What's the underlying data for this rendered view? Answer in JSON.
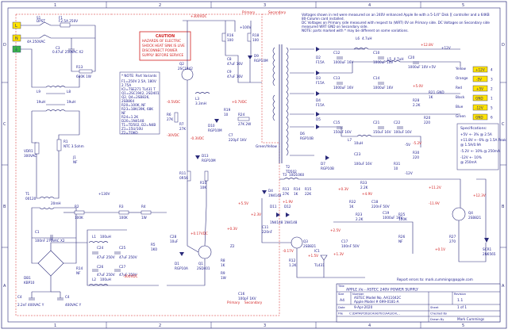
{
  "frame": {
    "cols": [
      "1",
      "2",
      "3",
      "4",
      "5"
    ],
    "rows": [
      "D",
      "C",
      "B",
      "A"
    ]
  },
  "caution": {
    "lines": [
      "CAUTION",
      "HAZARDS OF ELECTRIC",
      "SHOCK HEAT SINK IS LIVE",
      "DISCONNECT POWER",
      "SUPPLY BEFORE SERVICE"
    ]
  },
  "notes": {
    "lines": [
      "Voltages shown in red were measured on an 240V enhanced Apple IIe with a 5-1/4\" Disk ][ controller and a 64KB",
      "80-Column card installed.",
      "DC Voltages on Primary side measured with respect to (WRT) 0V on Primary side. DC Voltages on Secondary side",
      "measured WRT GND on Secondary side.",
      "NOTE: parts marked with * may be different on some variations."
    ]
  },
  "part_variants": {
    "title": "* NOTE: Part Variants",
    "lines": [
      "F1=250V 2.5A, 180V",
      "2.75A",
      "ICI=TSE271 TL431 T",
      "Q1=2SC1942, 2SD401",
      "Q2, Q4=2SB826,",
      "2SB864",
      "R20=100K, NF",
      "R23=18K/39K, 68K",
      "NF",
      "R24=1.2K",
      "D20=1N4148",
      "T1=TD502, D2=N4B",
      "Z1=15U/10U",
      "Z2=TOKO"
    ]
  },
  "sections": {
    "primary": "Primary",
    "secondary": "Secondary",
    "green_yellow": "Green/Yellow",
    "primary_bottom": "Primary",
    "secondary_bottom": "Secondary"
  },
  "input": {
    "line": "L",
    "neutral": "N",
    "earth": "⏚",
    "s1": "S1",
    "dpst": "DPST",
    "f1": "F1",
    "f1_val": "F2.5A 250V",
    "s1_val": "4A 250VAC",
    "c3": "C3",
    "c3_val": "0.47uF 250VAC X2",
    "r13": "R13",
    "r13_val": "680K 1W",
    "l9": "L9",
    "l9_val": "19uH",
    "l8": "L8",
    "l8_val": "19uH",
    "vdr1": "VDR1",
    "vdr1_val": "300VAC",
    "r1": "R1",
    "r1_val": "NTC 3.5ohm",
    "j1": "J1",
    "j1_val": "NF",
    "t1": "T1",
    "t1_val": "00120",
    "t1_val2": "20mH",
    "c1": "C1",
    "c1_val": "100nF 275VAC X2",
    "db1": "DB1",
    "db1_val": "KBP10",
    "c4": "C4",
    "c4_val": "2.2nF 400VAC Y",
    "c4b": "C4",
    "c4b_val": "400VAC Y"
  },
  "primary_parts": {
    "r2": "R2",
    "r2_val": "100K",
    "r3": "R3",
    "r3_val": "100K",
    "r4": "R4",
    "r4_val": "1W",
    "l1": "L1",
    "l1_val": "100uH",
    "l2": "L2",
    "l2_val": "100uH",
    "c24": "C24",
    "c24_val": "47uF 250V",
    "c25": "C25",
    "c25_val": "47uF 250V",
    "c26": "C26",
    "c26_val": "47uF 250V",
    "c27": "C27",
    "c27_val": "47uF 250V",
    "r14": "R14",
    "r14_val": "NF",
    "r5": "R5",
    "r5_val": "1K0",
    "q2": "Q2",
    "q2_val": "2SC1942",
    "l3": "L3",
    "l3_val": "3.3mH",
    "r6": "R6",
    "r6_val": "27K",
    "r7": "R7",
    "r7_val": "27K",
    "d10": "D10",
    "d10_val": "RGP10M",
    "d13": "D13",
    "d13_val": "RGP10M",
    "r11": "R11",
    "r11_val": "0R56",
    "r10": "R10",
    "r10_val": "10K",
    "c28": "C28",
    "c28_val": "10uF",
    "d1": "D1",
    "d1_val": "RGP10A",
    "q1": "Q1",
    "q1_val": "2SD401",
    "r8": "R8",
    "r8_val": "1K",
    "r9": "R9",
    "r9_val": "1W",
    "z2": "Z2",
    "v_minus": "-300VDC",
    "v_plus": "+130V",
    "r16": "R16",
    "r16_val": "100",
    "r18": "R18",
    "r18_val": "100",
    "d9": "D9",
    "d9_val": "RGP10M",
    "c8": "C8",
    "c8_val": "47uF 16V",
    "c9": "C9",
    "c9_val": "47uF 16V",
    "r19": "R19",
    "r19_val": "10",
    "r24": "R24",
    "r24_val": "27K 2W",
    "c7": "C7",
    "c7_val": "220pF 1KV",
    "c16": "C16",
    "c16_val": "100pF 1KV",
    "v_plus100": "+100V"
  },
  "secondary_parts": {
    "t2": "T2",
    "t2_val": "TD502",
    "d2": "D2",
    "d2_val": "F15A",
    "d3": "D3",
    "d3_val": "F15A",
    "d4": "D4",
    "d4_val": "F15A",
    "d5": "D5",
    "d5_val": "F15A",
    "d6": "D6",
    "d6_val": "RGP10B",
    "l4": "L4",
    "l4_val": "4.7uH",
    "l5": "L5",
    "l5_val": "4.7uH",
    "l6": "L6",
    "l6_val": "4.7uH",
    "l7": "L7",
    "l7_val": "10uH",
    "c10": "C10",
    "c10_val": "1000uF 10V",
    "c11": "C11",
    "c11_val": "1000uF 16V",
    "c12": "C12",
    "c12_val": "1000uF 16V",
    "c13": "C13",
    "c13_val": "1000uF 16V",
    "c14": "C14",
    "c14_val": "1000uF 16V",
    "c15": "C15",
    "c15_val": "150uF 16V",
    "c20": "C20",
    "c20_val": "1000uF 10V",
    "c21": "C21",
    "c21_val": "150uF 16V",
    "c22": "C22",
    "c22_val": "100uF 16V",
    "c23": "C23",
    "c23_val": "100uF 16V",
    "r20": "R20",
    "r20_val": "220",
    "r21": "R21",
    "r21_val": "1K",
    "r22": "R22",
    "r22_val": "1K",
    "r28": "R28",
    "r28_val": "2.2K",
    "r30": "R30",
    "r30_val": "220",
    "r31": "R31",
    "r31_val": "10",
    "d7": "D7",
    "d7_val": "RGP10B",
    "d8": "D8",
    "d8_val": "RGP10B",
    "v_plus5": "+5V",
    "v_plus12": "+12V",
    "v_minus12": "-12V",
    "v_minus5": "-5V"
  },
  "feedback": {
    "d11": "D11",
    "d11_val": "1N4148",
    "d12": "D12",
    "d12_val": "1N4148",
    "d14": "D14",
    "d14_val": "1N4448",
    "r12": "R12",
    "r12_val": "1.2K",
    "r13b": "R13",
    "r13b_val": "27K",
    "r14b": "R14",
    "r14b_val": "1K",
    "c11b": "C11",
    "c11b_val": "220nF",
    "c17": "C17",
    "c17_val": "100nF 50V",
    "c18": "C18",
    "c18_val": "220nF 50V",
    "c19": "C19",
    "c19_val": "1000uF 16V",
    "r23": "R23",
    "r23_val": "2.2K",
    "r25": "R25",
    "r25_val": "100K",
    "r26": "R26",
    "r26_val": "NF",
    "r27": "R27",
    "r27_val": "270",
    "r32": "R32",
    "r32_val": "1K",
    "q3": "Q3",
    "q3_val": "2SB821",
    "q4": "Q4",
    "q4_val": "2SB821",
    "ic1": "IC1",
    "ic1_val": "TL431",
    "scr1": "SCR1",
    "scr1_val": "2N6565",
    "t3": "T3",
    "t3_val": "10D1060",
    "r15": "R15",
    "r15_val": "22K",
    "r33": "R33",
    "r33_val": "2.2K",
    "zd": "D4",
    "zd_val": "1N4148"
  },
  "connector": {
    "labels": [
      "Yellow",
      "Orange",
      "Red",
      "Black",
      "Blue",
      "Green"
    ],
    "voltages": [
      "+12V",
      "-5V",
      "+5V",
      "GND",
      "-12V",
      "GND"
    ],
    "pins": [
      "4",
      "3",
      "2",
      "1",
      "5",
      "6"
    ],
    "gnd": "GND"
  },
  "specs": {
    "title": "Specifications:",
    "lines": [
      "+5V +- 3% @ 2.5A",
      "+11.8V +- 6% @ 1.5A Peak",
      "@ 1.5A/0.9A",
      "-5.2V +- 10% @ 250mA",
      "-12V +- 10%",
      "@ 250mA"
    ]
  },
  "measured": {
    "m1": "+300VDC",
    "m2": "+0.7VDC",
    "m3": "-0.5VDC",
    "m4": "+0.17VDC",
    "m5": "+0.3V",
    "m6": "-0.3VDC",
    "m7": "+1.9V",
    "m8": "+2.3V",
    "m9": "+1.5V",
    "m10": "-0.17V",
    "m11": "+2.5V",
    "m12": "+0.3V",
    "m13": "+4.9V",
    "m14": "+11.2V",
    "m15": "+12.8V",
    "m16": "-11.9V",
    "m17": "+5.0V",
    "m18": "-5.2V",
    "m19": "+5.5V",
    "m20": "-30VDC",
    "m21": "+0.1V",
    "m22": "+12.3V",
    "m23": "+1.3V"
  },
  "title_block": {
    "report": "Report errors to: mark.cummings@apple.com",
    "title_label": "Title",
    "title": "APPLE //e - ASTEC 240V POWER SUPPLY",
    "size_label": "Size",
    "size": "A4",
    "number_label": "Number",
    "number_line1": "ASTEC Model No. AA11042C",
    "number_line2": "Apple Model # 699-0181-A",
    "revision_label": "Revision",
    "revision": "1.1",
    "date_label": "Date",
    "date": "9-Apr-2020",
    "file_label": "File",
    "file": "C:\\DATA\\PCB\\SCH\\ASTEC\\AA\\SCH\\...",
    "sheet_label": "Sheet",
    "sheet": "1 of 1",
    "checked_label": "Checked By",
    "drawn_label": "Drawn By",
    "drawn": "Mark Cummings"
  }
}
